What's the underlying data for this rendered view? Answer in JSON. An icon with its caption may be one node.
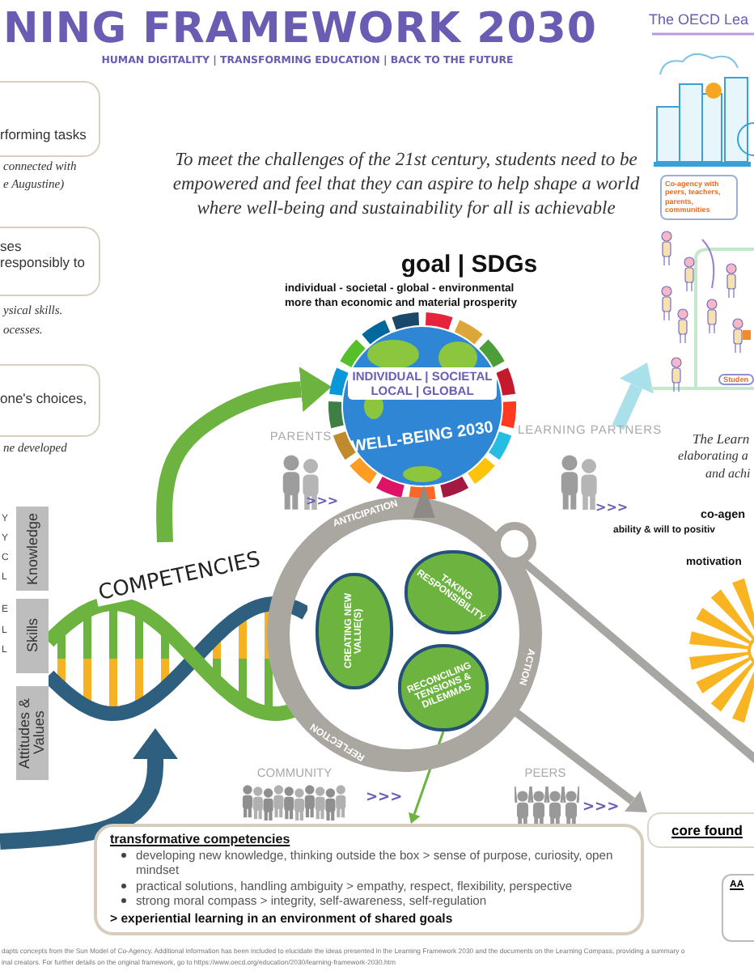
{
  "diagram": {
    "title": "NING FRAMEWORK 2030",
    "nodes": [
      {
        "text": [
          "rforming tasks"
        ]
      },
      {
        "text": [
          "ses",
          "responsibly to"
        ]
      },
      {
        "text": [
          "one's choices,"
        ]
      },
      {
        "text": [
          "Knowledge"
        ]
      },
      {
        "text": [
          "Skills"
        ]
      },
      {
        "text": [
          "Attitudes & Values"
        ]
      },
      {
        "text": [
          "COMPETENCIES"
        ]
      },
      {
        "text": [
          "INDIVIDUAL | SOCIETAL LOCAL | GLOBAL",
          "WELL-BEING 2030"
        ]
      },
      {
        "text": [
          "PARENTS"
        ]
      },
      {
        "text": [
          "LEARNING PARTNERS"
        ]
      },
      {
        "text": [
          "ANTICIPATION",
          "ACTION",
          "REFLECTION"
        ]
      },
      {
        "text": [
          "TAKING RESPONSIBILITY"
        ],
        "in": 10
      },
      {
        "text": [
          "CREATING NEW VALUE(S)"
        ],
        "in": 10
      },
      {
        "text": [
          "RECONCILING TENSIONS & DILEMMAS"
        ],
        "in": 10
      },
      {
        "text": [
          "COMMUNITY"
        ]
      },
      {
        "text": [
          "PEERS"
        ]
      },
      {
        "text": [
          "transformative competencies",
          "developing new knowledge, thinking outside the box > sense of purpose, curiosity, open mindset",
          "practical solutions, handling ambiguity > empathy, respect, flexibility, perspective",
          "strong moral compass > integrity, self-awareness, self-regulation",
          "> experiential learning in an environment of shared goals"
        ]
      },
      {
        "text": [
          "core found"
        ]
      },
      {
        "text": [
          "Co-agency with peers, teachers, parents, communities",
          "Studen"
        ]
      },
      {
        "text": [
          "AA"
        ]
      }
    ],
    "edges": [
      {
        "from": 6,
        "to": 7,
        "arrow": "to",
        "style": "thick",
        "color": "#6db33f"
      },
      {
        "from": null,
        "to": 6,
        "arrow": "to",
        "style": "thick",
        "color": "#2f5f7f"
      },
      {
        "from": 9,
        "to": 18,
        "arrow": "to",
        "color": "#a9e0ea"
      },
      {
        "from": 10,
        "to": 17,
        "arrow": "to",
        "color": "#a8a6a2"
      },
      {
        "from": 10,
        "to": null,
        "arrow": "none",
        "color": "#a8a6a2"
      },
      {
        "from": 13,
        "to": 16,
        "arrow": "to",
        "color": "#6db33f"
      }
    ],
    "labels": [
      "HUMAN DIGITALITY | TRANSFORMING EDUCATION | BACK TO THE FUTURE",
      "The OECD Lea",
      "connected with",
      "e Augustine)",
      "To meet the challenges of the 21st century, students need to be empowered and feel that they can aspire to help shape a world where well-being and sustainability for all is achievable",
      "ysical skills.",
      "ocesses.",
      "goal | SDGs",
      "individual - societal - global - environmental",
      "more than economic and material prosperity",
      "ne developed",
      "Y",
      "Y",
      "C",
      "L",
      "E",
      "L",
      "L",
      ">>>",
      ">>>",
      ">>>",
      ">>>",
      "The Learn",
      "elaborating a",
      "and achi",
      "co-agen",
      "ability & will to positiv",
      "motivation",
      "dapts concepts from the Sun Model of Co-Agency. Additional information has been included to elucidate the ideas presented in the Learning Framework 2030 and the documents on the Learning Compass, providing a summary o",
      "inal creators. For further details on the original framework, go to https://www.oecd.org/education/2030/learning-framework-2030.htm"
    ]
  }
}
